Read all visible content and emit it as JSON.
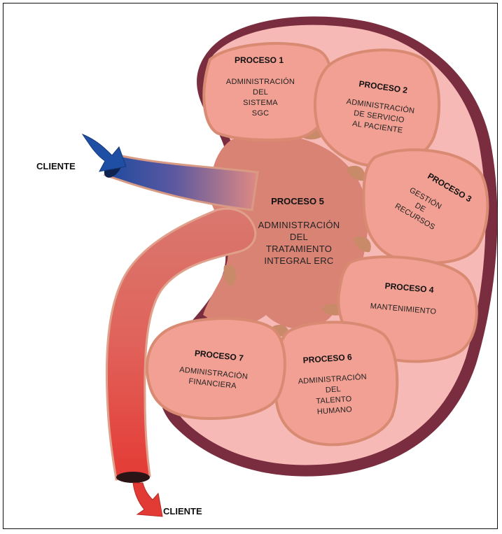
{
  "client_in_label": "CLIENTE",
  "client_out_label": "CLIENTE",
  "center": {
    "title": "PROCESO 5",
    "lines": [
      "ADMINISTRACIÓN",
      "DEL",
      "TRATAMIENTO",
      "INTEGRAL ERC"
    ]
  },
  "processes": [
    {
      "title": "PROCESO 1",
      "lines": [
        "ADMINISTRACIÓN",
        "DEL",
        "SISTEMA",
        "SGC"
      ]
    },
    {
      "title": "PROCESO 2",
      "lines": [
        "ADMINISTRACIÓN",
        "DE SERVICIO",
        "AL PACIENTE"
      ]
    },
    {
      "title": "PROCESO 3",
      "lines": [
        "GESTIÓN",
        "DE",
        "RECURSOS"
      ]
    },
    {
      "title": "PROCESO 4",
      "lines": [
        "MANTENIMIENTO"
      ]
    },
    {
      "title": "PROCESO 6",
      "lines": [
        "ADMINISTRACIÓN",
        "DEL",
        "TALENTO",
        "HUMANO"
      ]
    },
    {
      "title": "PROCESO 7",
      "lines": [
        "ADMINISTRACIÓN",
        "FINANCIERA"
      ]
    }
  ],
  "colors": {
    "capsule": "#7b2d40",
    "cortex": "#f6b9b6",
    "lobe": "#f1a093",
    "lobe_border": "#d98a72",
    "pelvis": "#d98375",
    "ureter_top": "#d9786f",
    "ureter_bottom": "#e53a35",
    "vessel_start": "#1d4a9f",
    "vessel_end": "#e08a83"
  }
}
